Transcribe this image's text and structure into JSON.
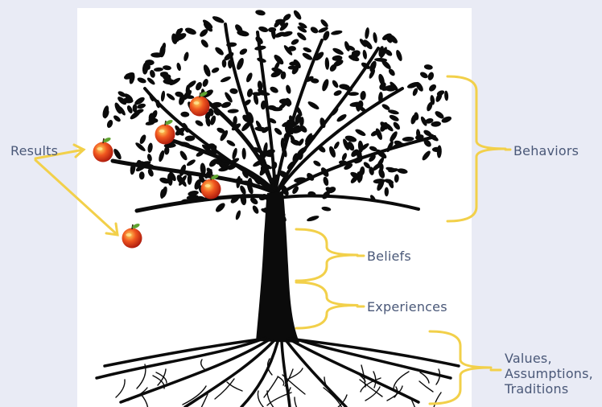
{
  "labels": {
    "results": "Results",
    "behaviors": "Behaviors",
    "beliefs": "Beliefs",
    "experiences": "Experiences",
    "values_line1": "Values,",
    "values_line2": "Assumptions,",
    "values_line3": "Traditions"
  },
  "icons": {
    "tree": "tree-silhouette-icon",
    "apple": "apple-icon",
    "bracket": "curly-bracket-icon",
    "arrow": "arrow-icon"
  },
  "colors": {
    "background": "#e9ebf5",
    "panel": "#ffffff",
    "tree": "#0b0b0b",
    "bracket": "#f2d04a",
    "label_text": "#4a5878",
    "apple": "#d8291b",
    "leaf_accent": "#5fa331"
  }
}
